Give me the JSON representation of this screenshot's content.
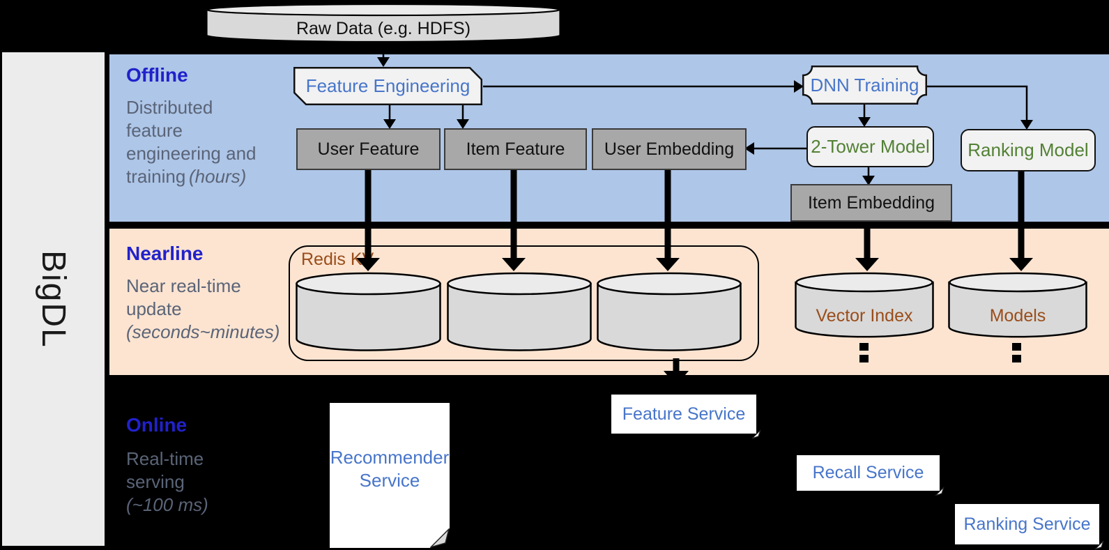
{
  "brand": {
    "label": "BigDL"
  },
  "colors": {
    "background": "#000000",
    "sidebar": "#ececec",
    "offline_band": "#aec6e8",
    "nearline_band": "#fce4d1",
    "section_title": "#2121cb",
    "section_desc": "#5a6477",
    "node_blue_text": "#4775ca",
    "node_green_text": "#538135",
    "node_brown_text": "#9a4d1a",
    "gray_box_fill": "#a8a8a8",
    "light_box_fill": "#f2f2f2",
    "cylinder_fill": "#d9d9d9",
    "cylinder_top_fill": "#ebebeb",
    "service_box_fill": "#ffffff"
  },
  "sections": {
    "offline": {
      "title": "Offline",
      "line1": "Distributed",
      "line2": "feature",
      "line3": "engineering and",
      "line4": "training",
      "line4_italic": "(hours)"
    },
    "nearline": {
      "title": "Nearline",
      "line1": "Near real-time",
      "line2": "update",
      "line3_italic": "(seconds~minutes)"
    },
    "online": {
      "title": "Online",
      "line1": "Real-time",
      "line2": "serving",
      "line3_italic": "(~100 ms)"
    }
  },
  "nodes": {
    "raw_data": "Raw Data (e.g. HDFS)",
    "feature_engineering": "Feature Engineering",
    "dnn_training": "DNN Training",
    "user_feature": "User Feature",
    "item_feature": "Item Feature",
    "user_embedding": "User Embedding",
    "two_tower_model": "2-Tower Model",
    "ranking_model": "Ranking Model",
    "item_embedding": "Item Embedding",
    "redis_kv": "Redis KV",
    "vector_index": "Vector Index",
    "models": "Models"
  },
  "services": {
    "recommender_line1": "Recommender",
    "recommender_line2": "Service",
    "feature": "Feature Service",
    "recall": "Recall Service",
    "ranking": "Ranking Service"
  }
}
